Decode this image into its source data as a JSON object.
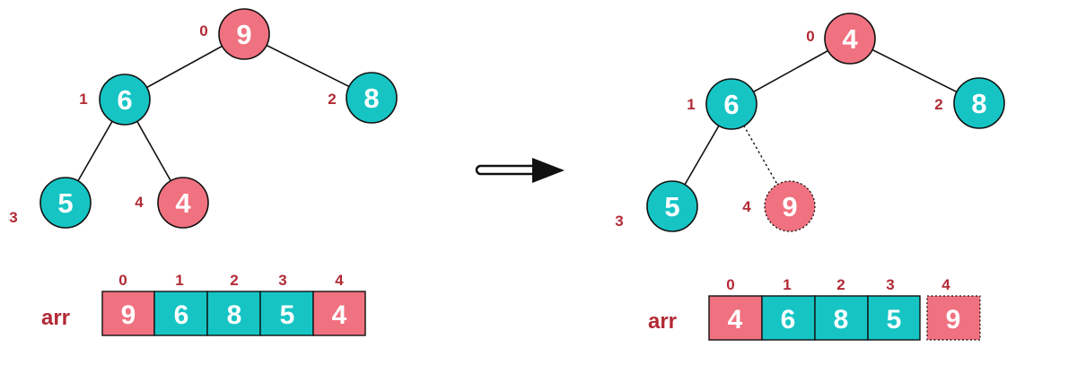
{
  "colors": {
    "teal": "#16c4c4",
    "pink": "#f0717f",
    "index_red": "#b22a35",
    "outline": "#111111",
    "white": "#ffffff"
  },
  "before": {
    "tree": {
      "nodes": [
        {
          "index": "0",
          "value": "9",
          "color": "pink",
          "style": "solid"
        },
        {
          "index": "1",
          "value": "6",
          "color": "teal",
          "style": "solid"
        },
        {
          "index": "2",
          "value": "8",
          "color": "teal",
          "style": "solid"
        },
        {
          "index": "3",
          "value": "5",
          "color": "teal",
          "style": "solid"
        },
        {
          "index": "4",
          "value": "4",
          "color": "pink",
          "style": "solid"
        }
      ],
      "edges": [
        {
          "from": 0,
          "to": 1,
          "style": "solid"
        },
        {
          "from": 0,
          "to": 2,
          "style": "solid"
        },
        {
          "from": 1,
          "to": 3,
          "style": "solid"
        },
        {
          "from": 1,
          "to": 4,
          "style": "solid"
        }
      ]
    },
    "array": {
      "label": "arr",
      "cells": [
        {
          "index": "0",
          "value": "9",
          "color": "pink",
          "style": "solid"
        },
        {
          "index": "1",
          "value": "6",
          "color": "teal",
          "style": "solid"
        },
        {
          "index": "2",
          "value": "8",
          "color": "teal",
          "style": "solid"
        },
        {
          "index": "3",
          "value": "5",
          "color": "teal",
          "style": "solid"
        },
        {
          "index": "4",
          "value": "4",
          "color": "pink",
          "style": "solid"
        }
      ]
    }
  },
  "transition": {
    "icon": "right-arrow-icon"
  },
  "after": {
    "tree": {
      "nodes": [
        {
          "index": "0",
          "value": "4",
          "color": "pink",
          "style": "solid"
        },
        {
          "index": "1",
          "value": "6",
          "color": "teal",
          "style": "solid"
        },
        {
          "index": "2",
          "value": "8",
          "color": "teal",
          "style": "solid"
        },
        {
          "index": "3",
          "value": "5",
          "color": "teal",
          "style": "solid"
        },
        {
          "index": "4",
          "value": "9",
          "color": "pink",
          "style": "dotted"
        }
      ],
      "edges": [
        {
          "from": 0,
          "to": 1,
          "style": "solid"
        },
        {
          "from": 0,
          "to": 2,
          "style": "solid"
        },
        {
          "from": 1,
          "to": 3,
          "style": "solid"
        },
        {
          "from": 1,
          "to": 4,
          "style": "dotted"
        }
      ]
    },
    "array": {
      "label": "arr",
      "cells": [
        {
          "index": "0",
          "value": "4",
          "color": "pink",
          "style": "solid"
        },
        {
          "index": "1",
          "value": "6",
          "color": "teal",
          "style": "solid"
        },
        {
          "index": "2",
          "value": "8",
          "color": "teal",
          "style": "solid"
        },
        {
          "index": "3",
          "value": "5",
          "color": "teal",
          "style": "solid"
        },
        {
          "index": "4",
          "value": "9",
          "color": "pink",
          "style": "dotted"
        }
      ]
    }
  }
}
